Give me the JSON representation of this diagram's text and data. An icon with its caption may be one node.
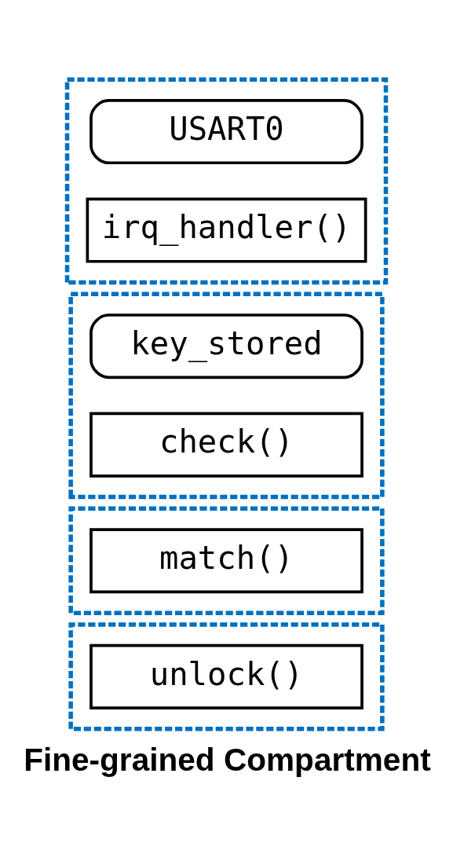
{
  "diagram": {
    "caption": "Fine-grained Compartment",
    "nodes": [
      {
        "text": [],
        "shape": "box"
      },
      {
        "text": [
          "USART0"
        ],
        "in": 0
      },
      {
        "text": [
          "irq_handler()"
        ],
        "in": 0
      },
      {
        "text": [],
        "shape": "box"
      },
      {
        "text": [
          "key_stored"
        ],
        "in": 3
      },
      {
        "text": [
          "check()"
        ],
        "in": 3
      },
      {
        "text": [],
        "shape": "box"
      },
      {
        "text": [
          "match()"
        ],
        "in": 6
      },
      {
        "text": [],
        "shape": "box"
      },
      {
        "text": [
          "unlock()"
        ],
        "in": 8
      }
    ],
    "edges": []
  }
}
